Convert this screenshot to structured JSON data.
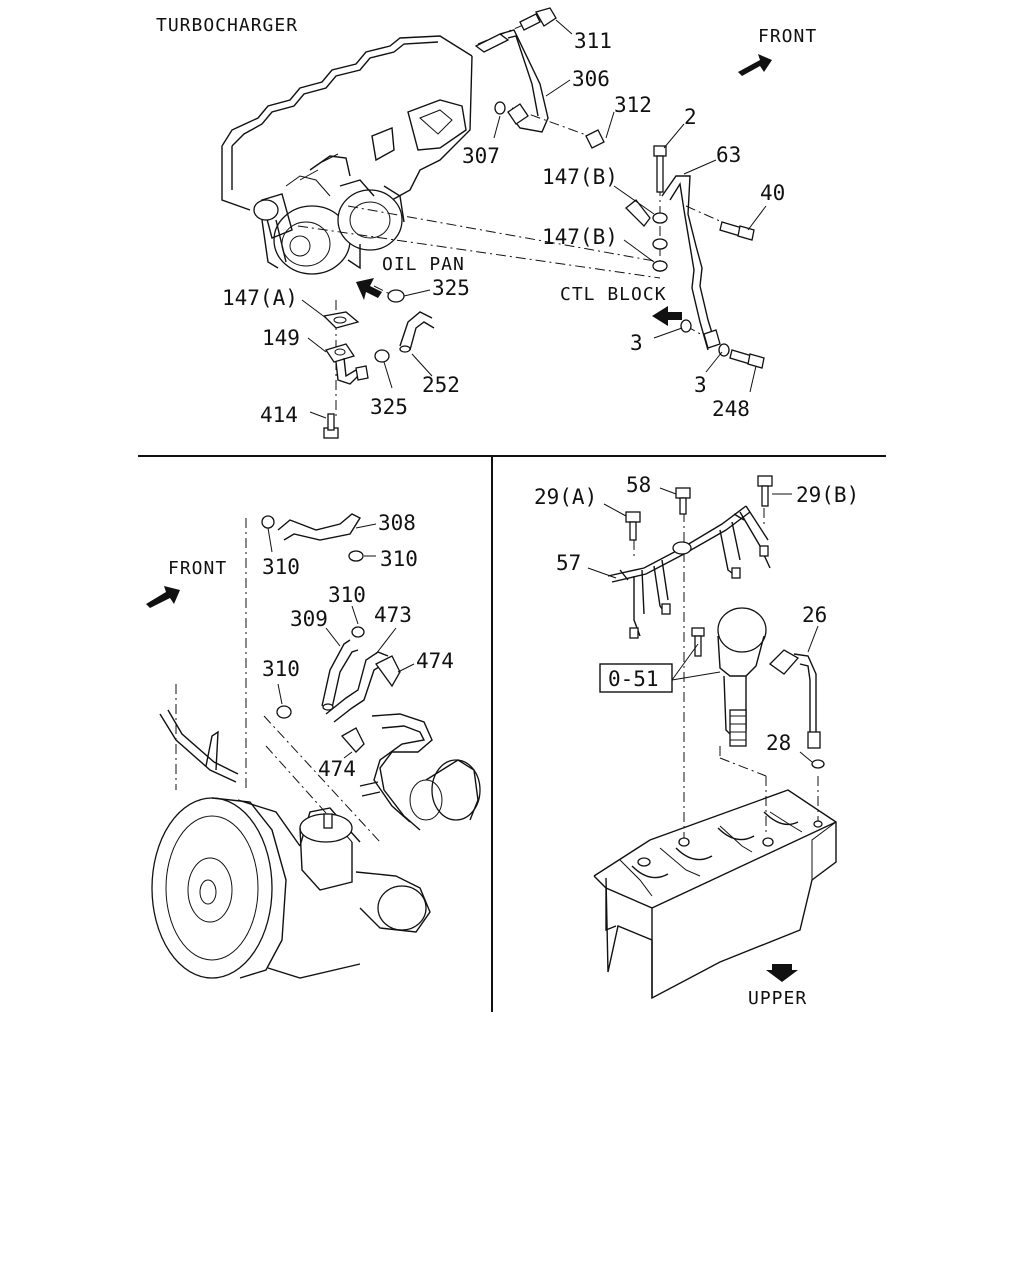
{
  "sections": {
    "top": {
      "title": "TURBOCHARGER",
      "front_label": "FRONT",
      "oil_pan_label": "OIL PAN",
      "ctl_block_label": "CTL BLOCK",
      "callouts": [
        "311",
        "306",
        "312",
        "307",
        "2",
        "63",
        "147(B)",
        "40",
        "147(B)",
        "325",
        "147(A)",
        "149",
        "252",
        "325",
        "414",
        "3",
        "3",
        "248"
      ]
    },
    "bottom_left": {
      "front_label": "FRONT",
      "callouts": [
        "308",
        "310",
        "310",
        "310",
        "309",
        "473",
        "474",
        "310",
        "474"
      ]
    },
    "bottom_right": {
      "upper_label": "UPPER",
      "ref_box": "0-51",
      "callouts": [
        "29(A)",
        "58",
        "29(B)",
        "57",
        "26",
        "28"
      ]
    }
  }
}
